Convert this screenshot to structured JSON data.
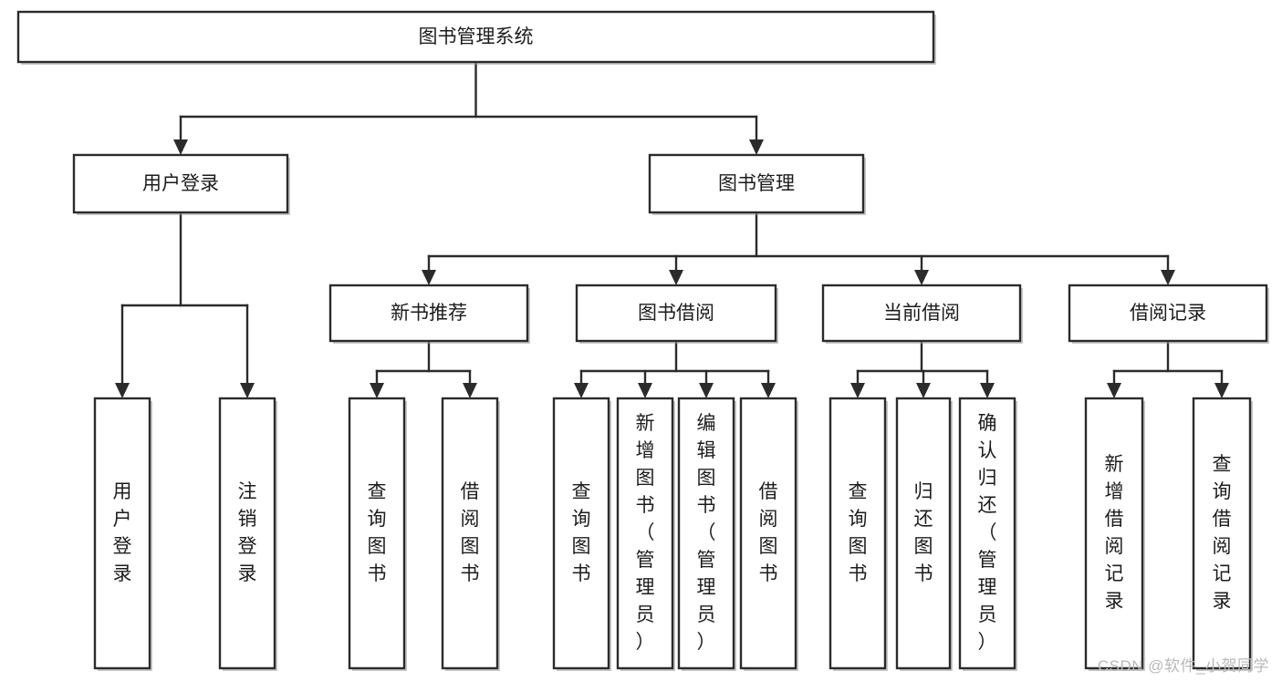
{
  "diagram": {
    "type": "tree",
    "title": "图书管理系统",
    "watermark": "CSDN @软件_小贺同学",
    "colors": {
      "stroke": "#2b2b2b",
      "fill": "#ffffff",
      "text": "#1c1c1c",
      "watermark": "#b9b9b9"
    },
    "nodes": {
      "root": {
        "label": "图书管理系统",
        "orientation": "horizontal"
      },
      "l2": [
        {
          "id": "user-login",
          "label": "用户登录",
          "orientation": "horizontal"
        },
        {
          "id": "book-manage",
          "label": "图书管理",
          "orientation": "horizontal"
        }
      ],
      "l3": [
        {
          "id": "new-book-recommend",
          "label": "新书推荐",
          "orientation": "horizontal"
        },
        {
          "id": "book-borrow",
          "label": "图书借阅",
          "orientation": "horizontal"
        },
        {
          "id": "current-borrow",
          "label": "当前借阅",
          "orientation": "horizontal"
        },
        {
          "id": "borrow-record",
          "label": "借阅记录",
          "orientation": "horizontal"
        }
      ],
      "leaves": [
        {
          "id": "leaf-user-login",
          "label": "用户登录",
          "parent": "user-login",
          "orientation": "vertical"
        },
        {
          "id": "leaf-logout",
          "label": "注销登录",
          "parent": "user-login",
          "orientation": "vertical"
        },
        {
          "id": "leaf-query-book-1",
          "label": "查询图书",
          "parent": "new-book-recommend",
          "orientation": "vertical"
        },
        {
          "id": "leaf-borrow-book-1",
          "label": "借阅图书",
          "parent": "new-book-recommend",
          "orientation": "vertical"
        },
        {
          "id": "leaf-query-book-2",
          "label": "查询图书",
          "parent": "book-borrow",
          "orientation": "vertical"
        },
        {
          "id": "leaf-add-book",
          "label": "新增图书（管理员）",
          "parent": "book-borrow",
          "orientation": "vertical"
        },
        {
          "id": "leaf-edit-book",
          "label": "编辑图书（管理员）",
          "parent": "book-borrow",
          "orientation": "vertical"
        },
        {
          "id": "leaf-borrow-book-2",
          "label": "借阅图书",
          "parent": "book-borrow",
          "orientation": "vertical"
        },
        {
          "id": "leaf-query-book-3",
          "label": "查询图书",
          "parent": "current-borrow",
          "orientation": "vertical"
        },
        {
          "id": "leaf-return-book",
          "label": "归还图书",
          "parent": "current-borrow",
          "orientation": "vertical"
        },
        {
          "id": "leaf-confirm-return",
          "label": "确认归还（管理员）",
          "parent": "current-borrow",
          "orientation": "vertical"
        },
        {
          "id": "leaf-add-record",
          "label": "新增借阅记录",
          "parent": "borrow-record",
          "orientation": "vertical"
        },
        {
          "id": "leaf-query-record",
          "label": "查询借阅记录",
          "parent": "borrow-record",
          "orientation": "vertical"
        }
      ]
    }
  }
}
